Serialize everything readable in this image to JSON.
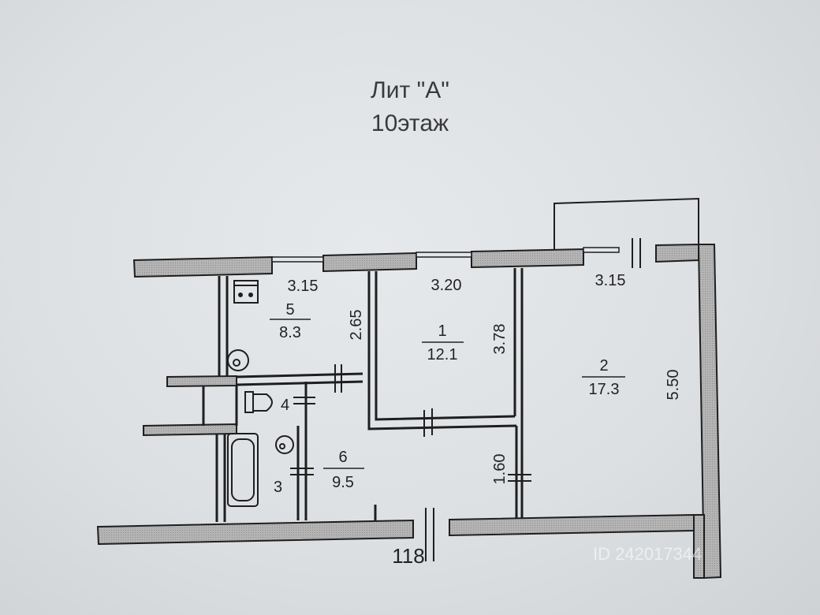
{
  "header": {
    "title": "Лит \"А\"",
    "floor": "10этаж"
  },
  "rooms": [
    {
      "number": "5",
      "area": "8.3"
    },
    {
      "number": "1",
      "area": "12.1"
    },
    {
      "number": "2",
      "area": "17.3"
    },
    {
      "number": "6",
      "area": "9.5"
    },
    {
      "number": "4",
      "area": ""
    },
    {
      "number": "3",
      "area": ""
    }
  ],
  "dimensions": {
    "room5_width": "3.15",
    "room5_depth": "2.65",
    "room1_width": "3.20",
    "room1_depth": "3.78",
    "room2_width": "3.15",
    "room2_depth": "5.50",
    "hall_depth": "1.60",
    "entrance": "118"
  },
  "watermark": "ID 242017344",
  "colors": {
    "wall_fill": "#a9a9a9",
    "line": "#1e1e1e",
    "paper": "#e3e6e9"
  }
}
